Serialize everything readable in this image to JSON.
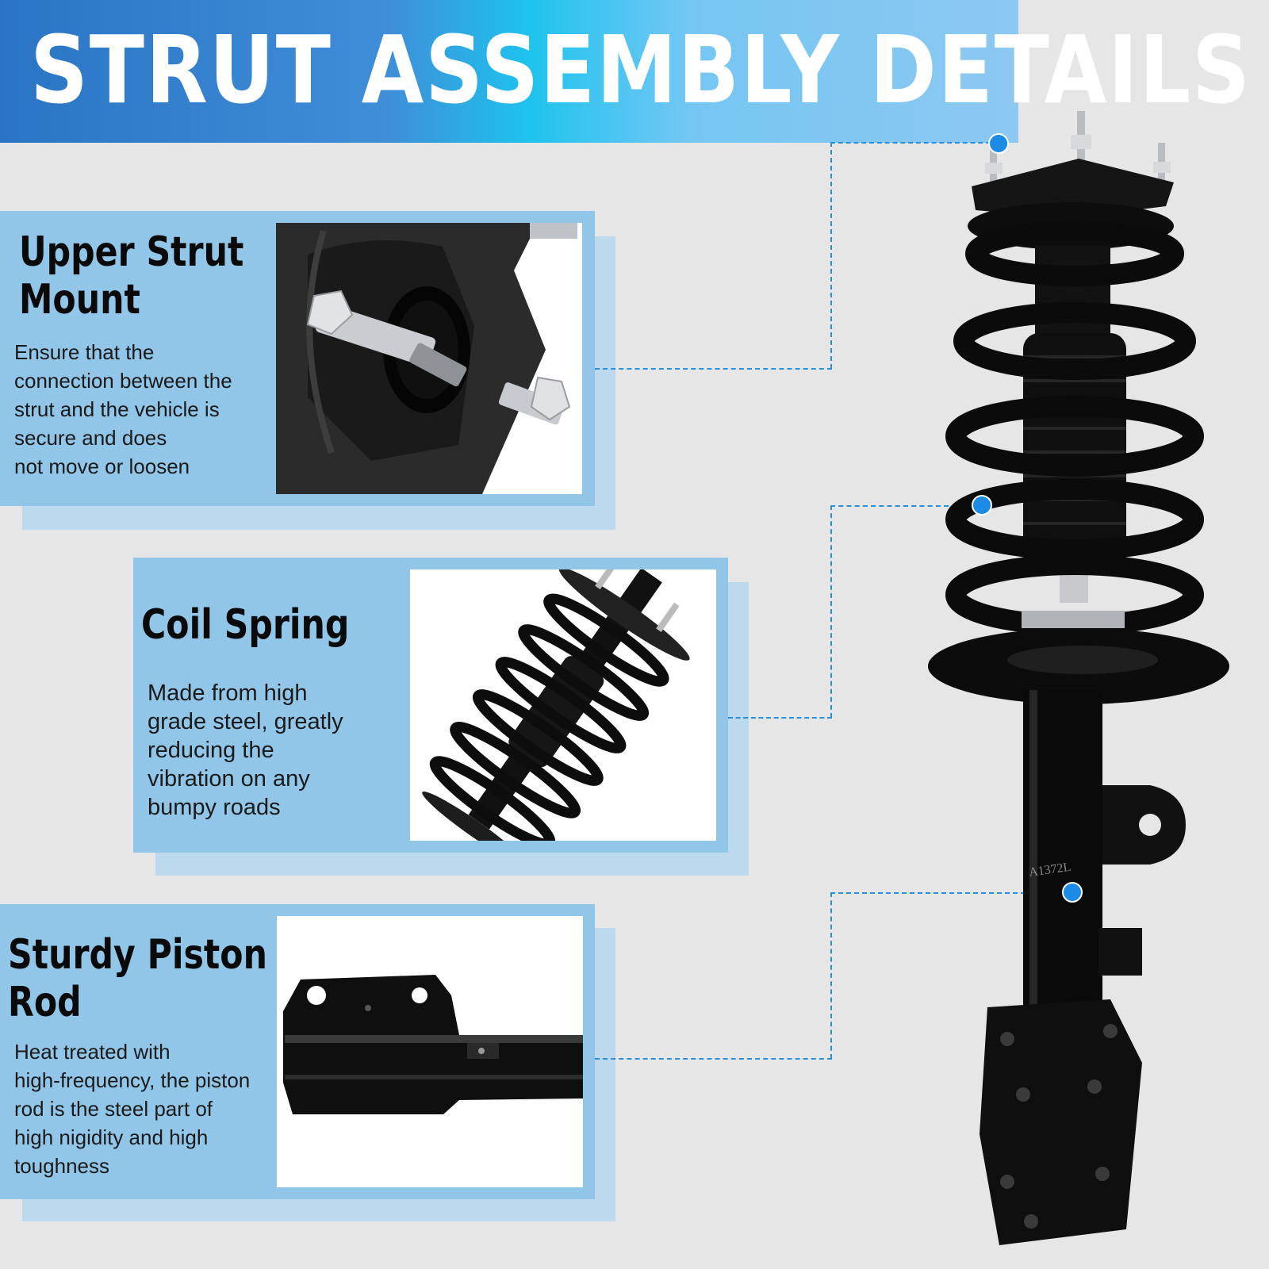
{
  "header": {
    "title": "STRUT ASSEMBLY DETAILS"
  },
  "features": [
    {
      "title_line1": "Upper  Strut",
      "title_line2": "Mount",
      "description": [
        "Ensure that the",
        "connection between the",
        "strut and the vehicle is",
        "secure and does",
        "not move or loosen"
      ],
      "icon": "upper-mount-photo"
    },
    {
      "title_line1": "Coil  Spring",
      "description": [
        "Made from high",
        "grade steel, greatly",
        "reducing the",
        "vibration on any",
        "bumpy roads"
      ],
      "icon": "coil-spring-photo"
    },
    {
      "title_line1": "Sturdy  Piston",
      "title_line2": "Rod",
      "description": [
        "Heat treated with",
        "high-frequency, the piston",
        "rod is the steel part of",
        "high nigidity and high",
        "toughness"
      ],
      "icon": "piston-rod-photo"
    }
  ],
  "product": {
    "part_number": "A1372L"
  },
  "colors": {
    "accent": "#1b8be6",
    "card": "#91c6e8",
    "card_shadow": "#bcd9ee",
    "background": "#e6e6e6"
  }
}
